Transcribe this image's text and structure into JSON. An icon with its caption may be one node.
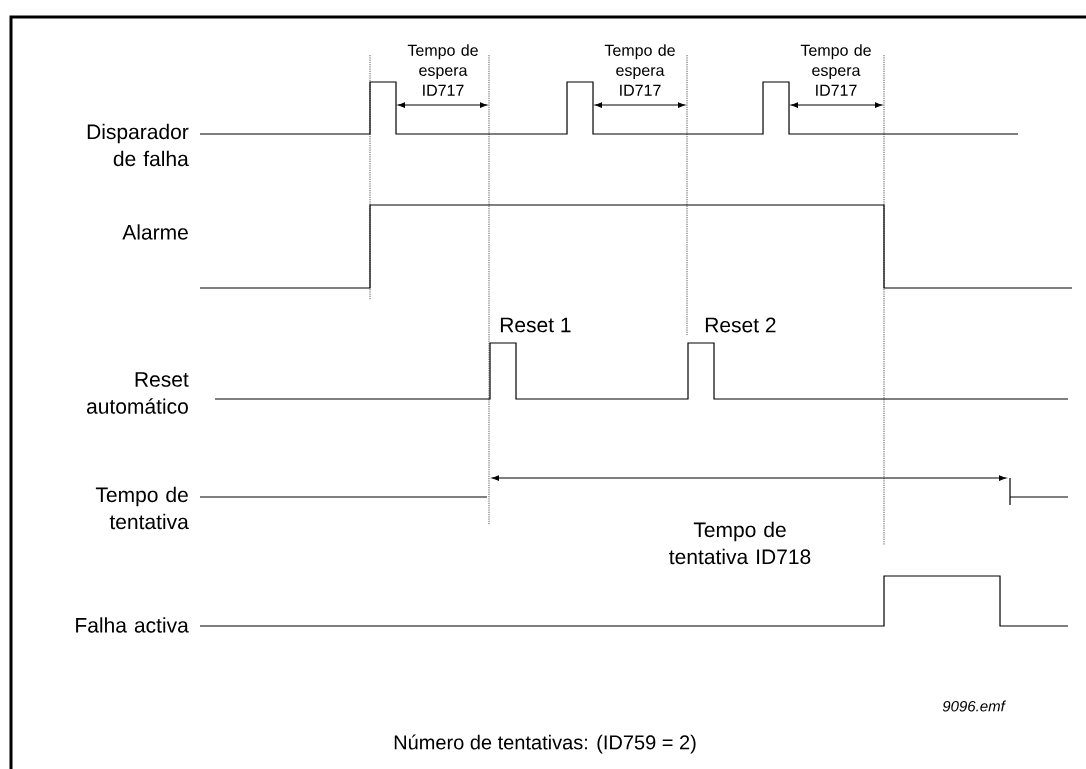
{
  "diagram": {
    "labels": [
      "Tempo de espera ID717",
      "Tempo de espera ID717",
      "Tempo de espera ID717",
      "Disparador de falha",
      "Alarme",
      "Reset 1",
      "Reset 2",
      "Reset automático",
      "Tempo de tentativa",
      "Tempo de tentativa ID718",
      "Falha activa",
      "9096.emf",
      "Número de tentativas: (ID759 = 2)"
    ]
  }
}
